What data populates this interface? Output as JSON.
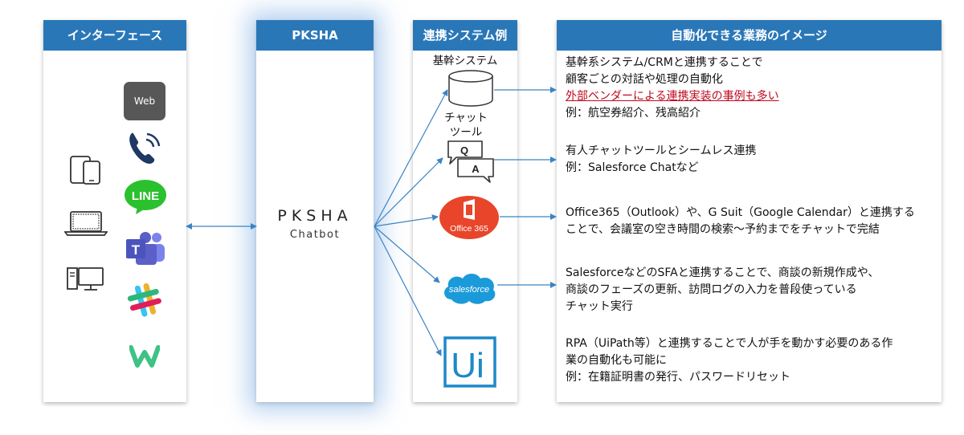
{
  "headers": {
    "interface": "インターフェース",
    "pksha": "PKSHA",
    "systems": "連携システム例",
    "tasks": "自動化できる業務のイメージ"
  },
  "interface_icons": {
    "web_label": "Web"
  },
  "pksha_logo": {
    "name": "PKSHA",
    "sub": "Chatbot"
  },
  "systems": {
    "core_label": "基幹システム",
    "chat_label_1": "チャット",
    "chat_label_2": "ツール",
    "qa_q": "Q",
    "qa_a": "A",
    "office_label": "Office 365",
    "salesforce_label": "salesforce",
    "uipath_label": "Ui"
  },
  "tasks": [
    {
      "lines": [
        "基幹系システム/CRMと連携することで",
        "顧客ごとの対話や処理の自動化"
      ],
      "highlight": "外部ベンダーによる連携実装の事例も多い",
      "tail": "例：航空券紹介、残高紹介"
    },
    {
      "lines": [
        "有人チャットツールとシームレス連携",
        "例：Salesforce Chatなど"
      ]
    },
    {
      "lines": [
        "Office365（Outlook）や、G Suit（Google Calendar）と連携する",
        "ことで、会議室の空き時間の検索～予約までをチャットで完結"
      ]
    },
    {
      "lines": [
        "SalesforceなどのSFAと連携することで、商談の新規作成や、",
        "商談のフェーズの更新、訪問ログの入力を普段使っている",
        "チャット実行"
      ]
    },
    {
      "lines": [
        "RPA（UiPath等）と連携することで人が手を動かす必要のある作",
        "業の自動化も可能に",
        "例：在籍証明書の発行、パスワードリセット"
      ]
    }
  ],
  "colors": {
    "header_blue": "#2a77b8",
    "arrow_blue": "#3b83c4",
    "line_green": "#2bc02e",
    "teams_purple": "#5b5fc7",
    "office_orange": "#e8452a",
    "salesforce_blue": "#1a9ad9",
    "uipath_blue": "#1e88c8",
    "highlight_red": "#c0081e"
  },
  "icons": [
    "tablet-phone-icon",
    "laptop-icon",
    "desktop-icon",
    "web-icon",
    "phone-icon",
    "line-icon",
    "teams-icon",
    "slack-icon",
    "workplace-w-icon",
    "database-icon",
    "qa-chat-icon",
    "office365-icon",
    "salesforce-icon",
    "uipath-icon"
  ]
}
